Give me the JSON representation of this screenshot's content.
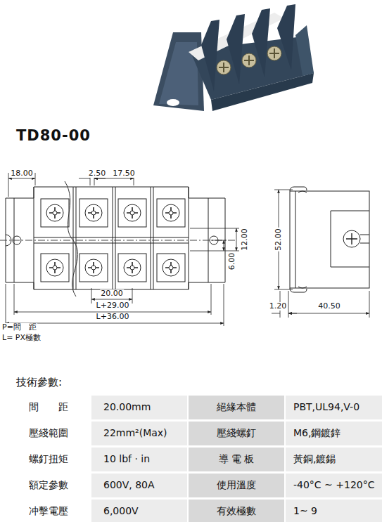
{
  "diagram": {
    "title": "TD80-00",
    "labels": [
      "18.00",
      "2.50",
      "17.50",
      "12.00",
      "6.00",
      "20.00",
      "L+29.00",
      "L+36.00",
      "52.00",
      "1.20",
      "40.50",
      "P=間　距",
      "L= PX極數",
      "技術參數:",
      "間　　距",
      "20.00mm",
      "絕緣本體",
      "PBT,UL94,V-0",
      "壓綫範圍",
      "22mm²(Max)",
      "壓綫螺釘",
      "M6,鋼鍍鋅",
      "螺釘扭矩",
      "10 lbf · in",
      "導 電 板",
      "黃銅,鍍錫",
      "額定參數",
      "600V, 80A",
      "使用溫度",
      "-40°C ~ +120°C",
      "冲擊電壓",
      "6,000V",
      "有效極數",
      "1~ 9"
    ]
  }
}
